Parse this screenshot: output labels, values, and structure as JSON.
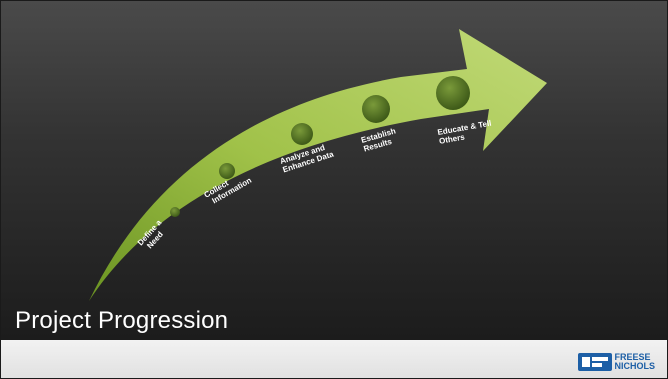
{
  "title": "Project Progression",
  "steps": [
    {
      "line1": "Define a",
      "line2": "Need"
    },
    {
      "line1": "Collect",
      "line2": "Information"
    },
    {
      "line1": "Analyze and",
      "line2": "Enhance Data"
    },
    {
      "line1": "Establish",
      "line2": "Results"
    },
    {
      "line1": "Educate & Tell",
      "line2": "Others"
    }
  ],
  "logo": {
    "line1": "FREESE",
    "line2": "NICHOLS"
  },
  "colors": {
    "arrow_light": "#c8e27a",
    "arrow_mid": "#9cc23e",
    "arrow_dark": "#6f9a22",
    "circle": "#4a6b1f",
    "brand_blue": "#1d5fa6"
  }
}
